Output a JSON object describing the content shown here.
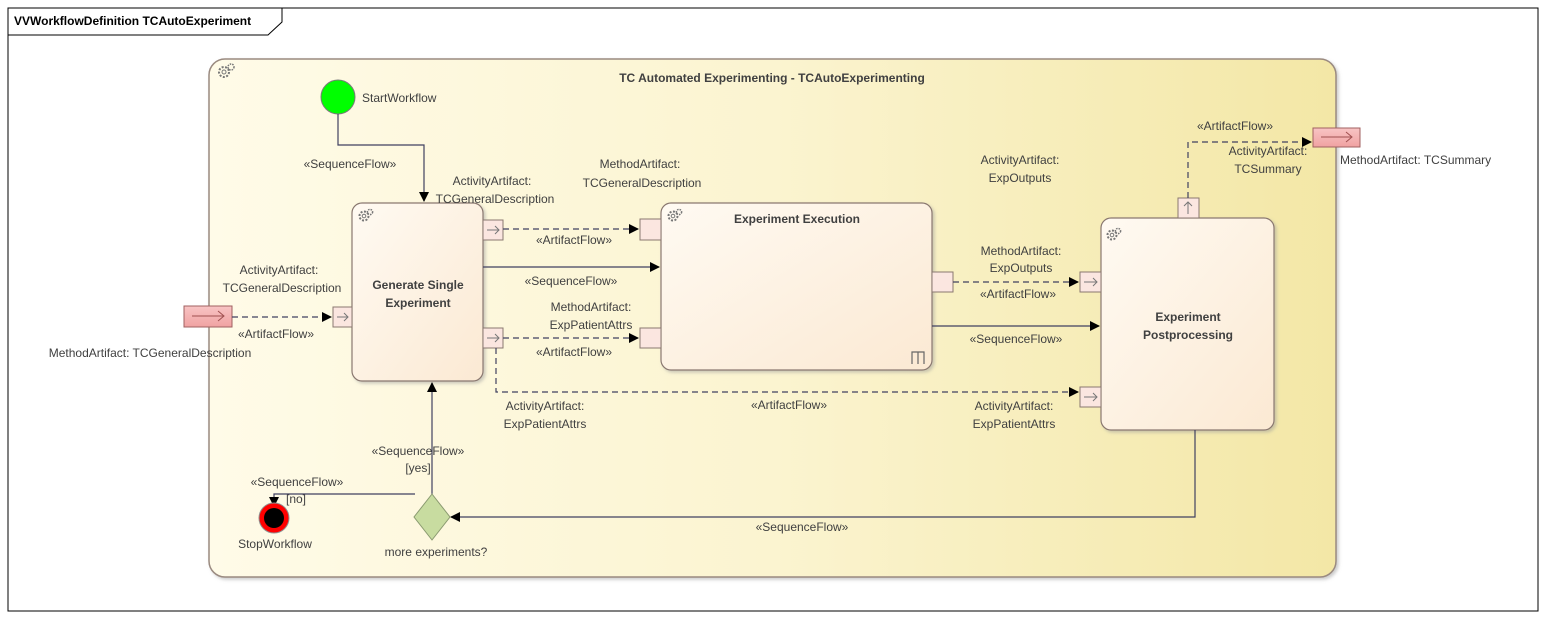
{
  "frame": {
    "title": "VVWorkflowDefinition TCAutoExperiment"
  },
  "container": {
    "title": "TC Automated Experimenting - TCAutoExperimenting"
  },
  "nodes": {
    "start": {
      "label": "StartWorkflow"
    },
    "generate": {
      "label_line1": "Generate Single",
      "label_line2": "Experiment"
    },
    "execution": {
      "label": "Experiment Execution"
    },
    "postprocessing": {
      "label_line1": "Experiment",
      "label_line2": "Postprocessing"
    },
    "decision": {
      "label": "more experiments?"
    },
    "stop": {
      "label": "StopWorkflow"
    }
  },
  "artifacts": {
    "input_left": {
      "label": "MethodArtifact: TCGeneralDescription"
    },
    "output_right": {
      "label": "MethodArtifact: TCSummary"
    }
  },
  "pin_labels": {
    "gen_in": {
      "line1": "ActivityArtifact:",
      "line2": "TCGeneralDescription"
    },
    "gen_out_top": {
      "line1": "ActivityArtifact:",
      "line2": "TCGeneralDescription"
    },
    "exec_in_top": {
      "line1": "MethodArtifact:",
      "line2": "TCGeneralDescription"
    },
    "exec_in_bottom": {
      "line1": "MethodArtifact:",
      "line2": "ExpPatientAttrs"
    },
    "gen_out_bottom": {
      "line1": "ActivityArtifact:",
      "line2": "ExpPatientAttrs"
    },
    "exp_outputs": {
      "line1": "ActivityArtifact:",
      "line2": "ExpOutputs"
    },
    "post_in_top": {
      "line1": "MethodArtifact:",
      "line2": "ExpOutputs"
    },
    "post_in_bottom": {
      "line1": "ActivityArtifact:",
      "line2": "ExpPatientAttrs"
    },
    "post_out": {
      "line1": "ActivityArtifact:",
      "line2": "TCSummary"
    }
  },
  "flows": {
    "sequence": "«SequenceFlow»",
    "artifact": "«ArtifactFlow»",
    "guard_yes": "[yes]",
    "guard_no": "[no]"
  },
  "colors": {
    "container_fill": "#f7f0c4",
    "node_fill": "#fdf0e0",
    "start": "#00ff00",
    "stop_ring": "#ff0000",
    "decision": "#c8dca0",
    "artifact": "#f4b0b0"
  }
}
